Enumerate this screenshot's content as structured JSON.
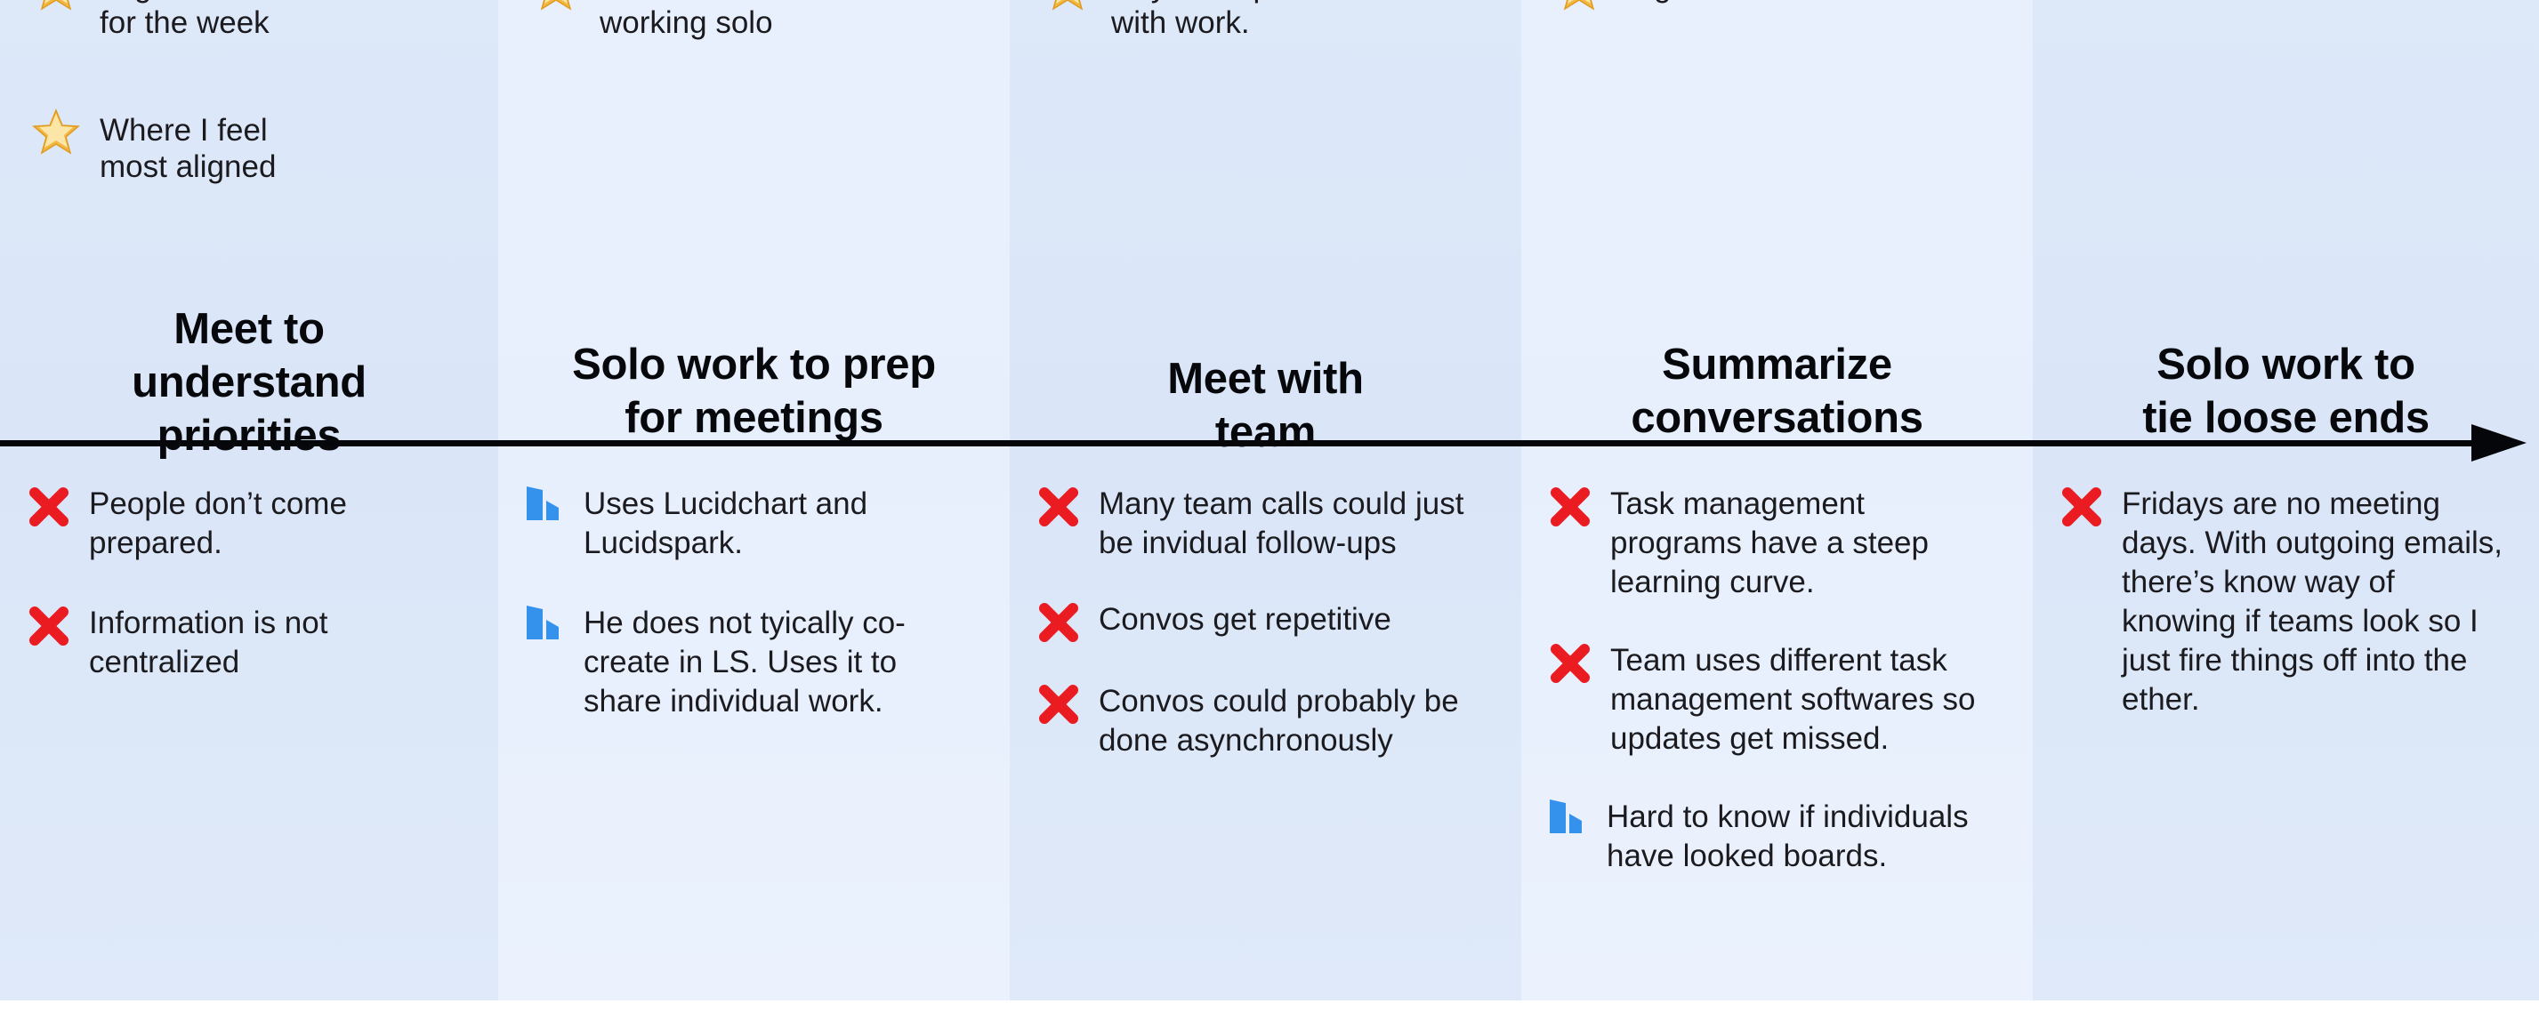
{
  "diagram": {
    "type": "customer-journey-map",
    "timeline_arrow": {
      "direction": "left-to-right",
      "label": ""
    },
    "legend": [
      {
        "icon": "star-icon",
        "text": "Organize work\nfor the week"
      },
      {
        "icon": "star-icon",
        "text": "Where I feel\nmost aligned"
      },
      {
        "icon": "star-icon",
        "text": "of work when\nworking solo"
      },
      {
        "icon": "star-icon",
        "text": "way to be proactive\nwith work."
      },
      {
        "icon": "star-icon",
        "text": "alignment"
      }
    ],
    "columns": [
      {
        "id": "phase-1",
        "band": "dark",
        "title": "Meet  to\nunderstand\npriorities",
        "top_items": [
          {
            "icon": "star-icon",
            "text": "Organize work\nfor the week",
            "clipped_top": true
          },
          {
            "icon": "star-icon",
            "text": "Where I feel\nmost aligned",
            "clipped_top": false
          }
        ],
        "bullets": [
          {
            "icon": "x-icon",
            "text": "People don’t\ncome prepared."
          },
          {
            "icon": "x-icon",
            "text": "Information is\nnot centralized"
          }
        ]
      },
      {
        "id": "phase-2",
        "band": "light",
        "title": "Solo work to prep\nfor meetings",
        "top_items": [
          {
            "icon": "star-icon",
            "text": "of work when\nworking solo",
            "clipped_top": true
          }
        ],
        "bullets": [
          {
            "icon": "lucid-icon",
            "text": "Uses Lucidchart and\nLucidspark."
          },
          {
            "icon": "lucid-icon",
            "text": "He does not tyically co-\ncreate in LS. Uses it to\nshare individual work."
          }
        ]
      },
      {
        "id": "phase-3",
        "band": "dark",
        "title": "Meet with\nteam",
        "top_items": [
          {
            "icon": "star-icon",
            "text": "way to be proactive\nwith work.",
            "clipped_top": true
          }
        ],
        "bullets": [
          {
            "icon": "x-icon",
            "text": "Many team calls\ncould just be\ninvidual follow-ups"
          },
          {
            "icon": "x-icon",
            "text": "Convos get\nrepetitive"
          },
          {
            "icon": "x-icon",
            "text": "Convos could\nprobably be done\nasynchronously"
          }
        ]
      },
      {
        "id": "phase-4",
        "band": "light",
        "title": "Summarize\nconversations",
        "top_items": [
          {
            "icon": "star-icon",
            "text": "alignment",
            "clipped_top": true
          }
        ],
        "bullets": [
          {
            "icon": "x-icon",
            "text": "Task management\nprograms have a\nsteep learning curve."
          },
          {
            "icon": "x-icon",
            "text": "Team uses different\ntask management\nsoftwares so updates\nget missed."
          },
          {
            "icon": "lucid-icon",
            "text": "Hard to know if\nindividuals have\nlooked boards."
          }
        ]
      },
      {
        "id": "phase-5",
        "band": "dark",
        "title": "Solo work to\ntie loose ends",
        "top_items": [],
        "bullets": [
          {
            "icon": "x-icon",
            "text": "Fridays are no\nmeeting days. With\noutgoing emails,\nthere’s know way of\nknowing if teams look\nso I just fire things off\ninto the ether."
          }
        ]
      }
    ],
    "colors": {
      "band_dark": "#dde8f9",
      "band_light": "#e9f0fd",
      "arrow": "#05060a",
      "x_icon": "#ea1c22",
      "lucid_icon": "#3592ec",
      "star_icon": "#f0ad2b",
      "text": "#1b1b1f",
      "title": "#07080c"
    }
  }
}
